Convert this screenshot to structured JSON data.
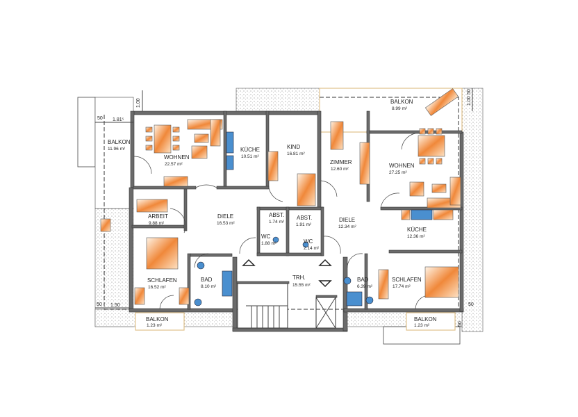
{
  "rooms": [
    {
      "name": "BALKON",
      "area": "11.96 m²"
    },
    {
      "name": "WOHNEN",
      "area": "22.57 m²"
    },
    {
      "name": "KÜCHE",
      "area": "10.51 m²"
    },
    {
      "name": "KIND",
      "area": "16.81 m²"
    },
    {
      "name": "ZIMMER",
      "area": "12.60 m²"
    },
    {
      "name": "WOHNEN",
      "area": "27.25 m²"
    },
    {
      "name": "BALKON",
      "area": "8.99 m²"
    },
    {
      "name": "ARBEIT",
      "area": "9.88 m²"
    },
    {
      "name": "DIELE",
      "area": "16.53 m²"
    },
    {
      "name": "ABST.",
      "area": "1.74 m²"
    },
    {
      "name": "ABST.",
      "area": "1.91 m²"
    },
    {
      "name": "DIELE",
      "area": "12.34 m²"
    },
    {
      "name": "KÜCHE",
      "area": "12.36 m²"
    },
    {
      "name": "WC",
      "area": "1.88 m²"
    },
    {
      "name": "WC",
      "area": "2.14 m²"
    },
    {
      "name": "SCHLAFEN",
      "area": "16.52 m²"
    },
    {
      "name": "BAD",
      "area": "8.10 m²"
    },
    {
      "name": "TRH.",
      "area": "15.55 m²"
    },
    {
      "name": "BAD",
      "area": "6.39 m²"
    },
    {
      "name": "SCHLAFEN",
      "area": "17.74 m²"
    },
    {
      "name": "BALKON",
      "area": "1.23 m²"
    },
    {
      "name": "BALKON",
      "area": "1.23 m²"
    }
  ],
  "dimensions": [
    "1.00",
    "50",
    "1.81⁵",
    "50",
    "1.50",
    "1.00",
    "50",
    "50",
    "50"
  ]
}
